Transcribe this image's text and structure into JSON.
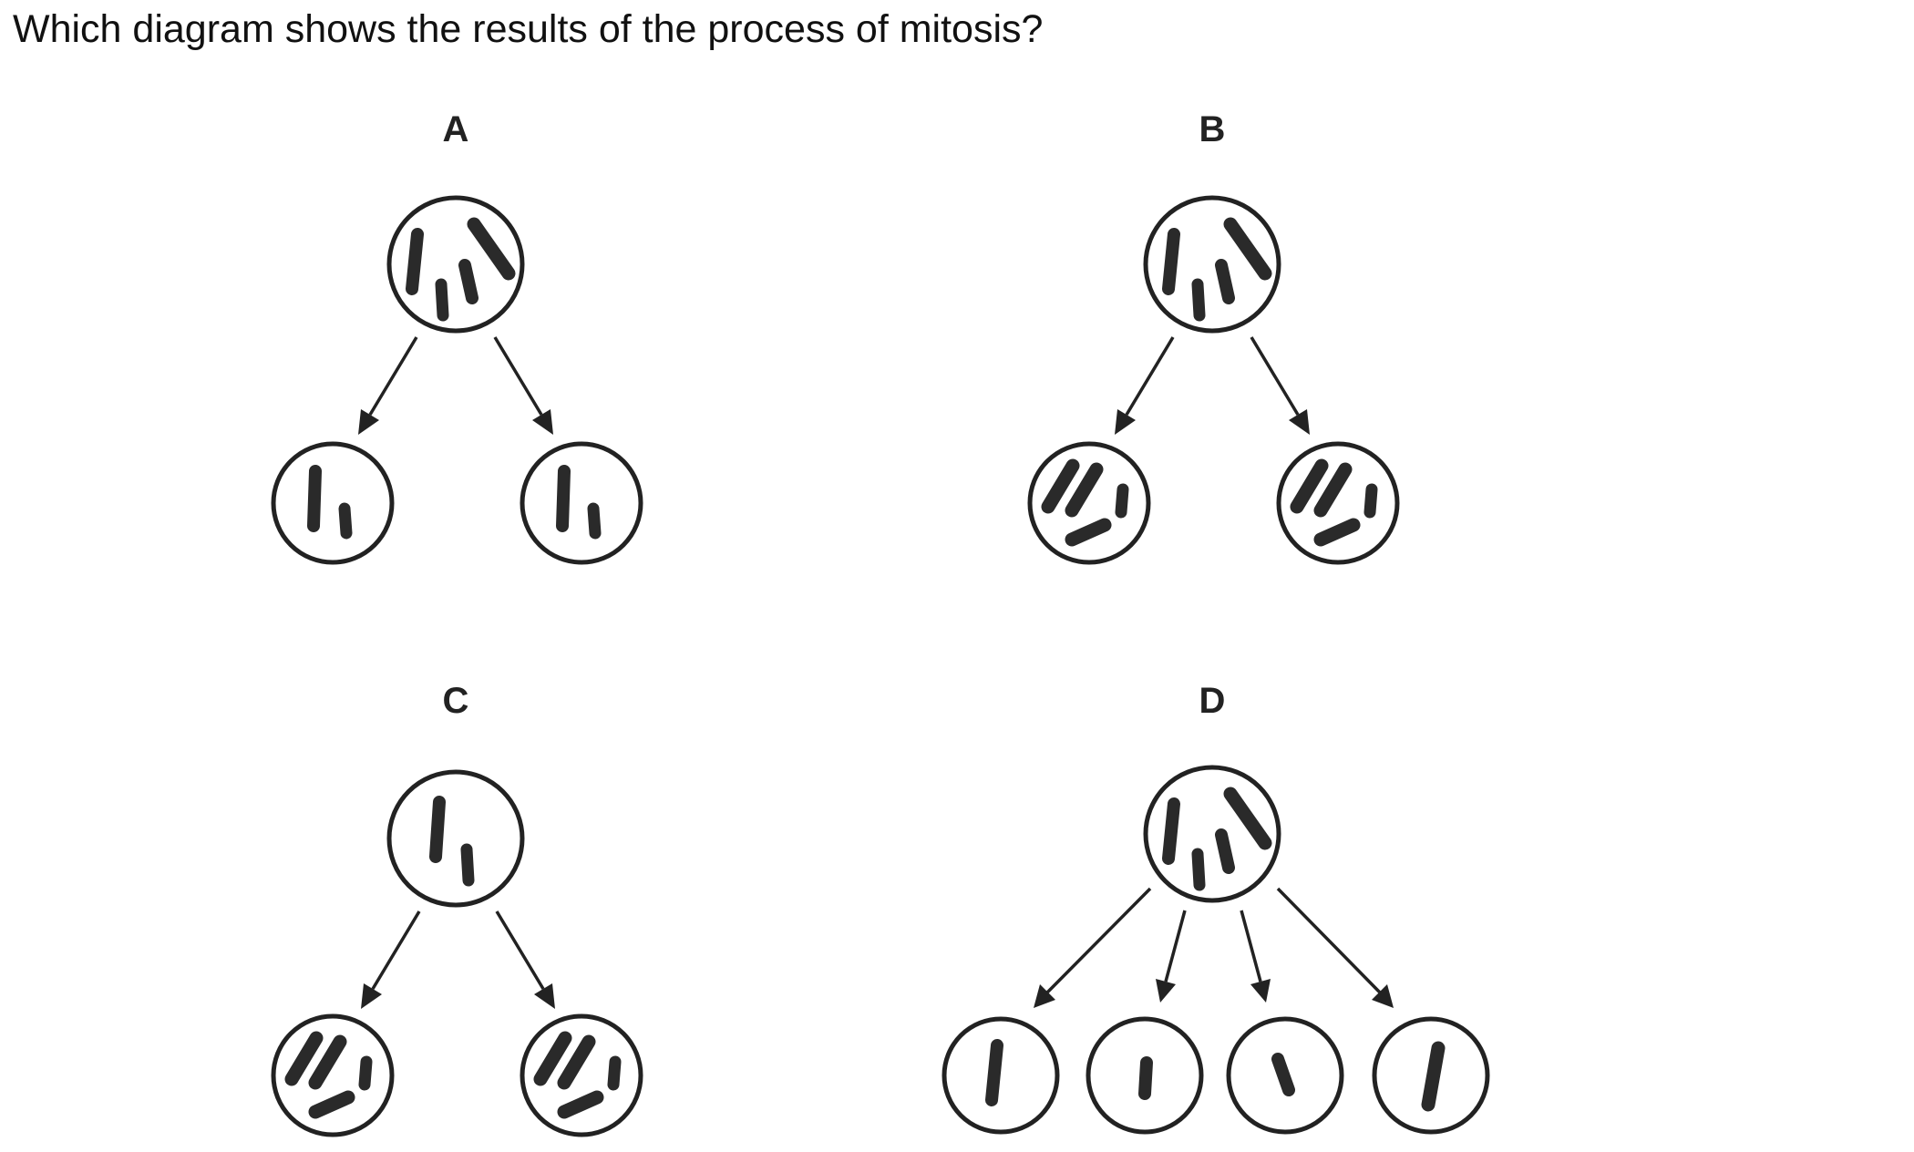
{
  "question": "Which diagram shows the results of the process of mitosis?",
  "options": [
    {
      "label": "A"
    },
    {
      "label": "B"
    },
    {
      "label": "C"
    },
    {
      "label": "D"
    }
  ],
  "colors": {
    "ink": "#222222",
    "background": "#ffffff"
  },
  "icons": [
    "cell-circle",
    "chromosome-bar",
    "down-arrow"
  ]
}
